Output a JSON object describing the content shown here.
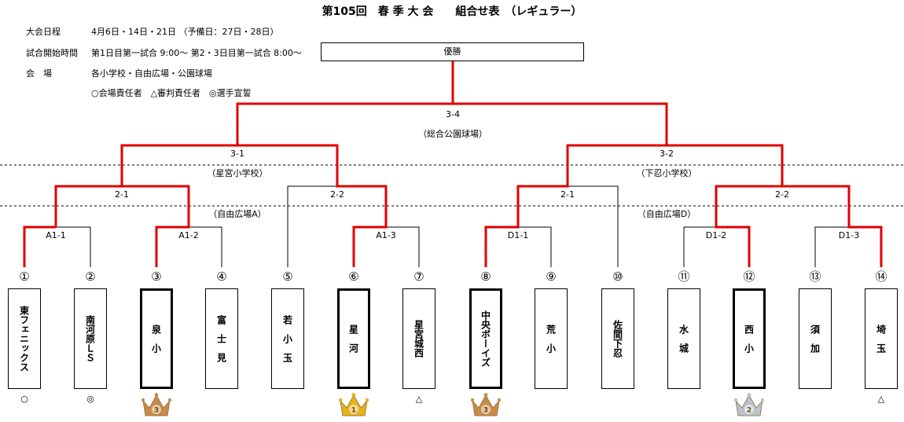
{
  "title": "第105回　春 季 大 会　　組合せ表　（レギュラー）",
  "info": [
    {
      "label": "大会日程",
      "value": "4月6日・14日・21日 （予備日：27日・28日）"
    },
    {
      "label": "試合開始時間",
      "value": "第1日目第一試合 9:00～ 第2・3日目第一試合 8:00～"
    },
    {
      "label": "会　場",
      "value": "各小学校・自由広場・公園球場"
    }
  ],
  "legend": "○会場責任者　△審判責任者　◎選手宣誓",
  "champion_label": "優勝",
  "matches": {
    "final": "3-4",
    "semi_left": "3-1",
    "semi_right": "3-2",
    "qf_left_1": "2-1",
    "qf_left_2": "2-2",
    "qf_right_1": "2-1",
    "qf_right_2": "2-2",
    "r1_a1": "A1-1",
    "r1_a2": "A1-2",
    "r1_a3": "A1-3",
    "r1_d1": "D1-1",
    "r1_d2": "D1-2",
    "r1_d3": "D1-3"
  },
  "venues": {
    "final": "（総合公園球場）",
    "semi_left": "（星宮小学校）",
    "semi_right": "（下忍小学校）",
    "qf_left": "（自由広場A）",
    "qf_right": "（自由広場D）"
  },
  "teams": [
    {
      "num": "①",
      "name": "東フェニックス",
      "role": "○"
    },
    {
      "num": "②",
      "name": "南河原ＬＳ",
      "role": "◎"
    },
    {
      "num": "③",
      "name": "泉　小",
      "role": "",
      "award": "3"
    },
    {
      "num": "④",
      "name": "富　士　見",
      "role": ""
    },
    {
      "num": "⑤",
      "name": "若　小　玉",
      "role": ""
    },
    {
      "num": "⑥",
      "name": "星　河",
      "role": "",
      "award": "1"
    },
    {
      "num": "⑦",
      "name": "星宮城西",
      "role": "△"
    },
    {
      "num": "⑧",
      "name": "中央ボーイズ",
      "role": "",
      "award": "3"
    },
    {
      "num": "⑨",
      "name": "荒　小",
      "role": ""
    },
    {
      "num": "⑩",
      "name": "佐間下忍",
      "role": ""
    },
    {
      "num": "⑪",
      "name": "水　城",
      "role": ""
    },
    {
      "num": "⑫",
      "name": "西　小",
      "role": "",
      "award": "2"
    },
    {
      "num": "⑬",
      "name": "須　加",
      "role": ""
    },
    {
      "num": "⑭",
      "name": "埼　玉",
      "role": "△"
    }
  ],
  "colors": {
    "winner_line": "#e00000",
    "line": "#000000",
    "gold": "#e8b21a",
    "silver": "#b9c3cc",
    "bronze": "#c98a4a"
  }
}
